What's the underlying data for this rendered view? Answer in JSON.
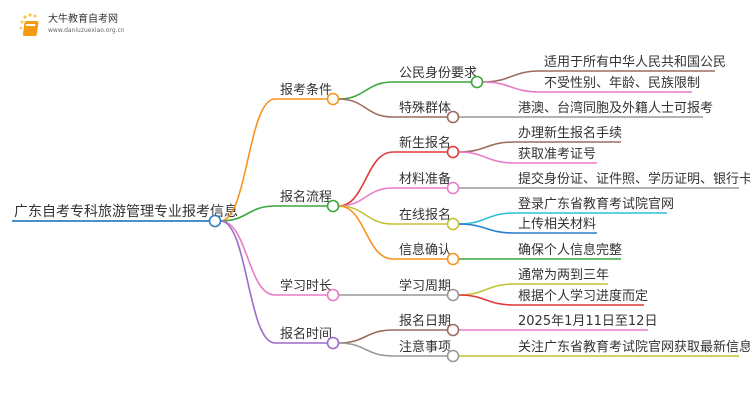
{
  "logo": {
    "name": "大牛教育自考网",
    "url": "www.daniuzuexiao.org.cn"
  },
  "root": {
    "label": "广东自考专科旅游管理专业报考信息",
    "color": "#2f7fc1"
  },
  "branches": [
    {
      "label": "报考条件",
      "color": "#f7931e",
      "children": [
        {
          "label": "公民身份要求",
          "color": "#3aa83a",
          "children": [
            {
              "label": "适用于所有中华人民共和国公民",
              "color": "#9c6b5e"
            },
            {
              "label": "不受性别、年龄、民族限制",
              "color": "#e87cc8"
            }
          ]
        },
        {
          "label": "特殊群体",
          "color": "#9c6b5e",
          "children": [
            {
              "label": "港澳、台湾同胞及外籍人士可报考",
              "color": "#999999"
            }
          ]
        }
      ]
    },
    {
      "label": "报名流程",
      "color": "#3aa83a",
      "children": [
        {
          "label": "新生报名",
          "color": "#e03a3a",
          "children": [
            {
              "label": "办理新生报名手续",
              "color": "#9c6b5e"
            },
            {
              "label": "获取准考证号",
              "color": "#e87cc8"
            }
          ]
        },
        {
          "label": "材料准备",
          "color": "#e87cc8",
          "children": [
            {
              "label": "提交身份证、证件照、学历证明、银行卡",
              "color": "#999999"
            }
          ]
        },
        {
          "label": "在线报名",
          "color": "#c2c234",
          "children": [
            {
              "label": "登录广东省教育考试院官网",
              "color": "#2bc0d8"
            },
            {
              "label": "上传相关材料",
              "color": "#2a7fc9"
            }
          ]
        },
        {
          "label": "信息确认",
          "color": "#f7931e",
          "children": [
            {
              "label": "确保个人信息完整",
              "color": "#3aa83a"
            }
          ]
        }
      ]
    },
    {
      "label": "学习时长",
      "color": "#e87cc8",
      "children": [
        {
          "label": "学习周期",
          "color": "#999999",
          "children": [
            {
              "label": "通常为两到三年",
              "color": "#c2c234"
            },
            {
              "label": "根据个人学习进度而定",
              "color": "#e03a3a"
            }
          ]
        }
      ]
    },
    {
      "label": "报名时间",
      "color": "#9b6cc9",
      "children": [
        {
          "label": "报名日期",
          "color": "#9c6b5e",
          "children": [
            {
              "label": "2025年1月11日至12日",
              "color": "#e87cc8"
            }
          ]
        },
        {
          "label": "注意事项",
          "color": "#999999",
          "children": [
            {
              "label": "关注广东省教育考试院官网获取最新信息",
              "color": "#c2c234"
            }
          ]
        }
      ]
    }
  ]
}
